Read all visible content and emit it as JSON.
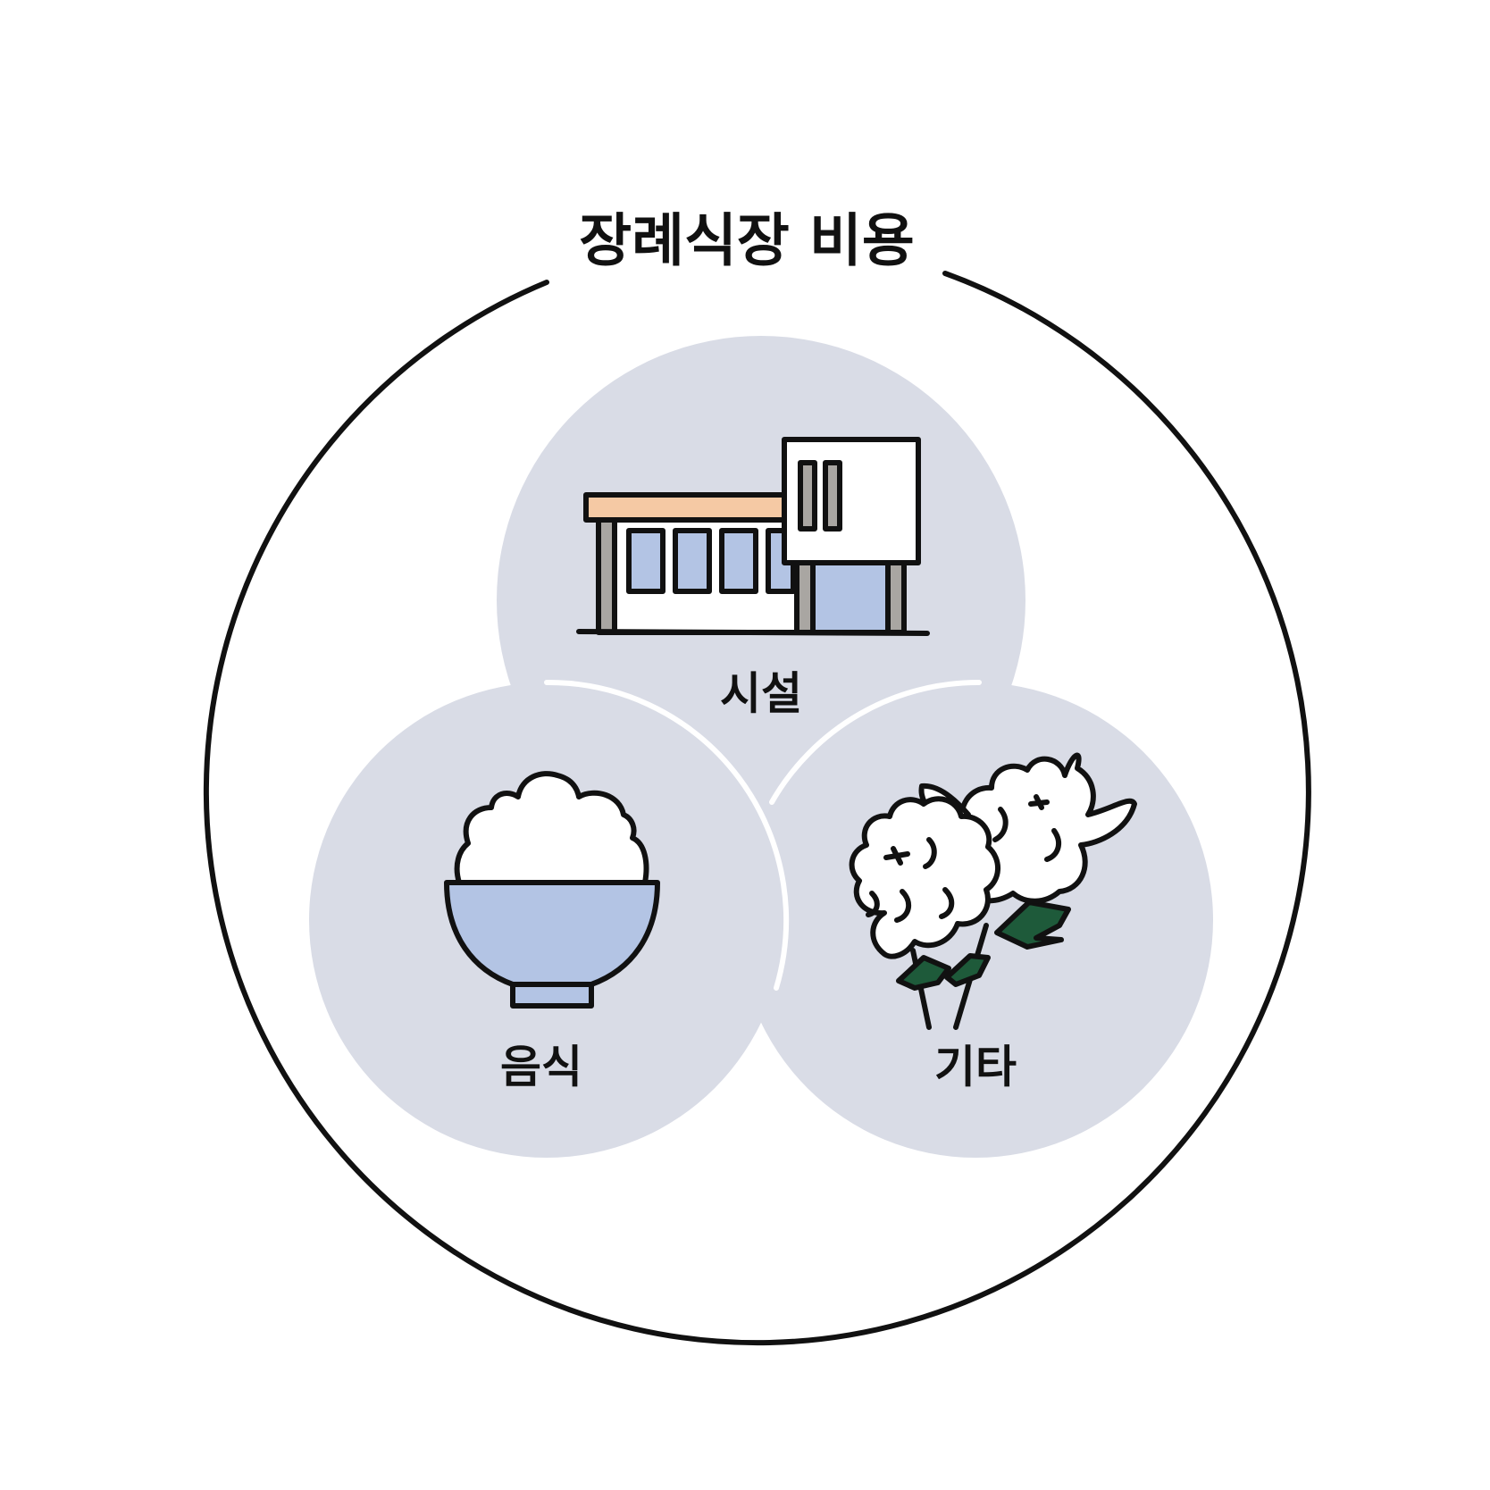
{
  "title": "장례식장 비용",
  "categories": [
    {
      "id": "facility",
      "label": "시설",
      "icon": "building-icon"
    },
    {
      "id": "food",
      "label": "음식",
      "icon": "rice-bowl-icon"
    },
    {
      "id": "other",
      "label": "기타",
      "icon": "chrysanthemum-icon"
    }
  ],
  "colors": {
    "outline": "#111111",
    "circle_fill": "#d9dce6",
    "accent_blue": "#b3c4e4",
    "roof": "#f5c9a4",
    "pillar": "#a9a6a2",
    "leaf": "#1e5a3a",
    "background": "#ffffff"
  }
}
